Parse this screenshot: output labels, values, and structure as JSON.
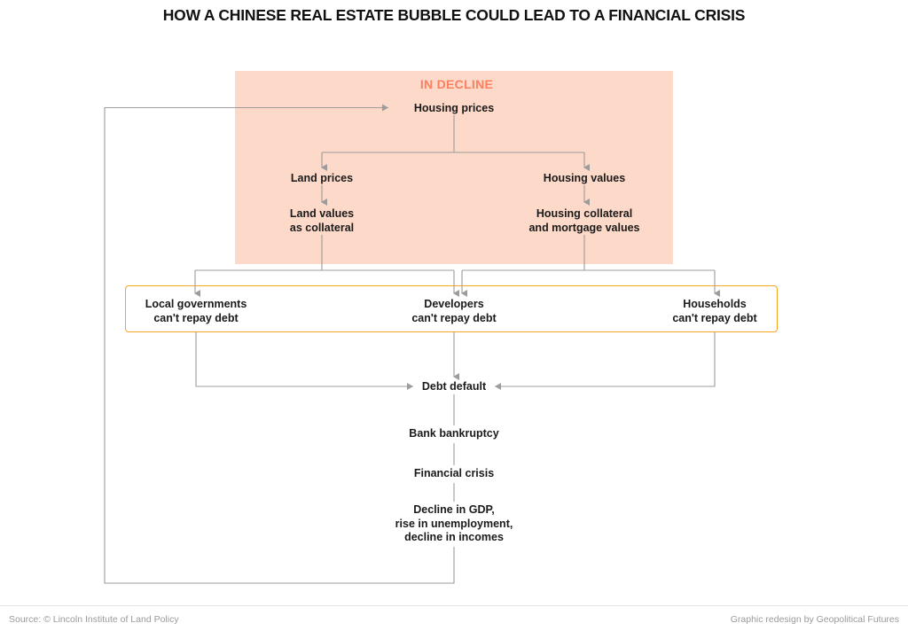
{
  "title": "HOW A CHINESE REAL ESTATE BUBBLE COULD LEAD TO A FINANCIAL CRISIS",
  "regions": {
    "decline": {
      "label": "IN DECLINE",
      "color": "#fa8060",
      "fill": "#fdd9c9"
    },
    "cant_repay": {
      "label": "",
      "border_color": "#f5a623"
    }
  },
  "nodes": {
    "housing_prices": "Housing prices",
    "land_prices": "Land prices",
    "housing_values": "Housing values",
    "land_values": "Land values\nas collateral",
    "housing_collateral": "Housing collateral\nand mortgage values",
    "local_governments": "Local governments\ncan't repay debt",
    "developers": "Developers\ncan't repay debt",
    "households": "Households\ncan't repay debt",
    "debt_default": "Debt default",
    "bank_bankruptcy": "Bank bankruptcy",
    "financial_crisis": "Financial crisis",
    "decline_gdp": "Decline in GDP,\nrise in unemployment,\ndecline in incomes"
  },
  "footer": {
    "source": "Source: © Lincoln Institute of Land Policy",
    "credit": "Graphic redesign by Geopolitical Futures"
  },
  "chart_data": {
    "type": "diagram",
    "title": "HOW A CHINESE REAL ESTATE BUBBLE COULD LEAD TO A FINANCIAL CRISIS",
    "diagram_kind": "flowchart",
    "groups": [
      {
        "id": "in_decline",
        "label": "IN DECLINE",
        "members": [
          "housing_prices",
          "land_prices",
          "housing_values",
          "land_values",
          "housing_collateral"
        ]
      },
      {
        "id": "cant_repay",
        "label": "",
        "members": [
          "local_governments",
          "developers",
          "households"
        ]
      }
    ],
    "nodes": [
      {
        "id": "housing_prices",
        "label": "Housing prices"
      },
      {
        "id": "land_prices",
        "label": "Land prices"
      },
      {
        "id": "housing_values",
        "label": "Housing values"
      },
      {
        "id": "land_values",
        "label": "Land values as collateral"
      },
      {
        "id": "housing_collateral",
        "label": "Housing collateral and mortgage values"
      },
      {
        "id": "local_governments",
        "label": "Local governments can't repay debt"
      },
      {
        "id": "developers",
        "label": "Developers can't repay debt"
      },
      {
        "id": "households",
        "label": "Households can't repay debt"
      },
      {
        "id": "debt_default",
        "label": "Debt default"
      },
      {
        "id": "bank_bankruptcy",
        "label": "Bank bankruptcy"
      },
      {
        "id": "financial_crisis",
        "label": "Financial crisis"
      },
      {
        "id": "decline_gdp",
        "label": "Decline in GDP, rise in unemployment, decline in incomes"
      }
    ],
    "edges": [
      {
        "from": "housing_prices",
        "to": "land_prices"
      },
      {
        "from": "housing_prices",
        "to": "housing_values"
      },
      {
        "from": "land_prices",
        "to": "land_values"
      },
      {
        "from": "housing_values",
        "to": "housing_collateral"
      },
      {
        "from": "land_values",
        "to": "local_governments"
      },
      {
        "from": "land_values",
        "to": "developers"
      },
      {
        "from": "housing_collateral",
        "to": "developers"
      },
      {
        "from": "housing_collateral",
        "to": "households"
      },
      {
        "from": "local_governments",
        "to": "debt_default"
      },
      {
        "from": "developers",
        "to": "debt_default"
      },
      {
        "from": "households",
        "to": "debt_default"
      },
      {
        "from": "debt_default",
        "to": "bank_bankruptcy"
      },
      {
        "from": "bank_bankruptcy",
        "to": "financial_crisis"
      },
      {
        "from": "financial_crisis",
        "to": "decline_gdp"
      },
      {
        "from": "decline_gdp",
        "to": "housing_prices",
        "style": "feedback-loop"
      }
    ]
  }
}
